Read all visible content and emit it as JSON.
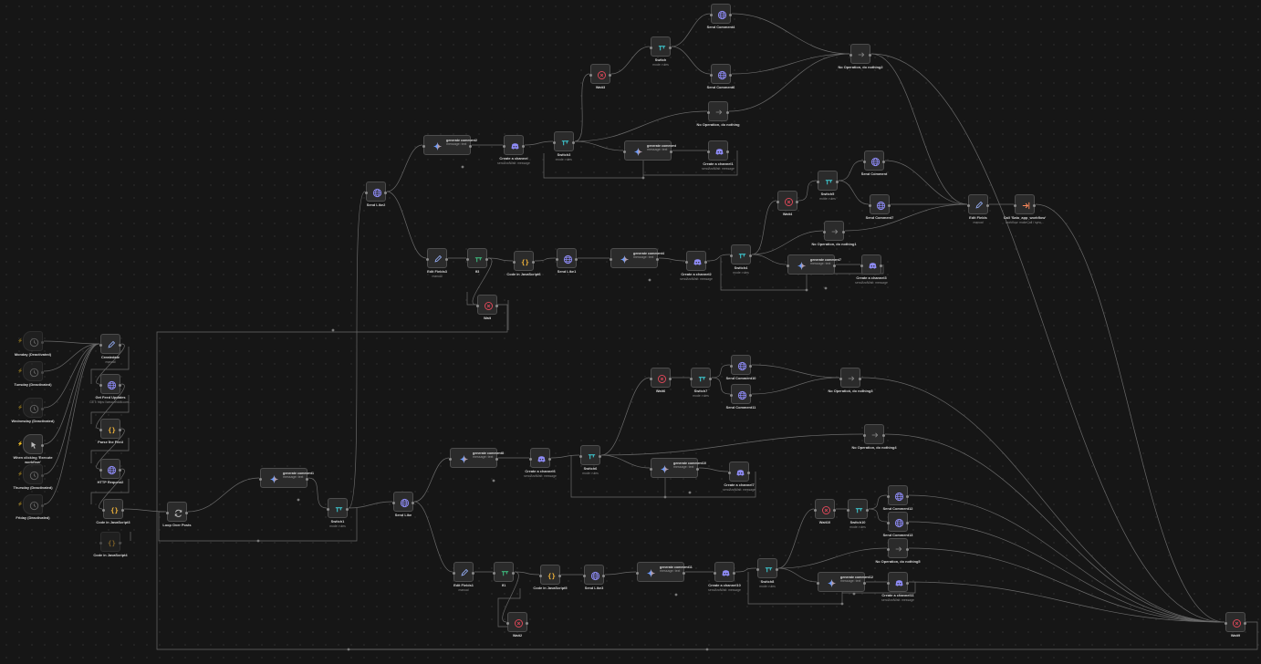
{
  "app": {
    "title": "n8n workflow editor"
  },
  "colors": {
    "background": "#161616",
    "node": "#2b2b2b",
    "border": "#4d4d4d",
    "wire": "#6a6a6a",
    "globe": "#8f8cf7",
    "discord": "#8f8cf7",
    "wait": "#e5485a",
    "code": "#f2b43a",
    "switch": "#3dc0c8",
    "if": "#3db57b"
  },
  "nodes": {
    "monday": {
      "name": "Monday (Deactivated)",
      "sub": "",
      "icon": "clock-icon"
    },
    "tuesday": {
      "name": "Tuesday (Deactivated)",
      "sub": "",
      "icon": "clock-icon"
    },
    "wednesday": {
      "name": "Wednesday (Deactivated)",
      "sub": "",
      "icon": "clock-icon"
    },
    "manual": {
      "name": "When clicking 'Execute workflow'",
      "sub": "",
      "icon": "pointer-icon"
    },
    "thursday": {
      "name": "Thursday (Deactivated)",
      "sub": "",
      "icon": "clock-icon"
    },
    "friday": {
      "name": "Friday (Deactivated)",
      "sub": "",
      "icon": "clock-icon"
    },
    "createdate": {
      "name": "Createdate",
      "sub": "manual",
      "icon": "pencil-icon"
    },
    "getfeed": {
      "name": "Get Feed Updates",
      "sub": "GET: https://www.reddit.com...",
      "icon": "globe-icon"
    },
    "parsefeed": {
      "name": "Parse the Feed",
      "sub": "",
      "icon": "code-icon"
    },
    "http2": {
      "name": "HTTP Request2",
      "sub": "",
      "icon": "globe-icon"
    },
    "codejs3": {
      "name": "Code in JavaScript3",
      "sub": "",
      "icon": "code-icon"
    },
    "codejs4": {
      "name": "Code in JavaScript4",
      "sub": "",
      "icon": "code-icon"
    },
    "loop": {
      "name": "Loop Over Posts",
      "sub": "",
      "icon": "loop-icon"
    },
    "gen1": {
      "name": "generate comment1",
      "sub": "message: text",
      "icon": "gemini-icon"
    },
    "switch1": {
      "name": "Switch1",
      "sub": "mode: rules",
      "icon": "switch-icon"
    },
    "sendlike": {
      "name": "Send Like",
      "sub": "",
      "icon": "globe-icon"
    },
    "sendlike2": {
      "name": "Send Like2",
      "sub": "",
      "icon": "globe-icon"
    },
    "gen2": {
      "name": "generate comment2",
      "sub": "message: text",
      "icon": "gemini-icon"
    },
    "createchannel": {
      "name": "Create a channel",
      "sub": "sendAndWait: message",
      "icon": "discord-icon"
    },
    "switch3": {
      "name": "Switch3",
      "sub": "mode: rules",
      "icon": "switch-icon"
    },
    "gencomment": {
      "name": "generate comment",
      "sub": "message: text",
      "icon": "gemini-icon"
    },
    "createchannel1": {
      "name": "Create a channel1",
      "sub": "sendAndWait: message",
      "icon": "discord-icon"
    },
    "wait3": {
      "name": "Wait3",
      "sub": "",
      "icon": "wait-icon"
    },
    "switch": {
      "name": "Switch",
      "sub": "mode: rules",
      "icon": "switch-icon"
    },
    "sendcomment4": {
      "name": "Send Comment4",
      "sub": "",
      "icon": "globe-icon"
    },
    "sendcomment6": {
      "name": "Send Comment6",
      "sub": "",
      "icon": "globe-icon"
    },
    "noop1": {
      "name": "No Operation, do nothing",
      "sub": "",
      "icon": "arrow-icon"
    },
    "noop2": {
      "name": "No Operation, do nothing2",
      "sub": "",
      "icon": "arrow-icon"
    },
    "editfields3": {
      "name": "Edit Fields3",
      "sub": "manual",
      "icon": "pencil-icon"
    },
    "if": {
      "name": "If3",
      "sub": "",
      "icon": "if-icon"
    },
    "codejs6": {
      "name": "Code in JavaScript6",
      "sub": "",
      "icon": "code-icon"
    },
    "sendlike1": {
      "name": "Send Like1",
      "sub": "",
      "icon": "globe-icon"
    },
    "gen4": {
      "name": "generate comment4",
      "sub": "message: text",
      "icon": "gemini-icon"
    },
    "createchannel2": {
      "name": "Create a channel2",
      "sub": "sendAndWait: message",
      "icon": "discord-icon"
    },
    "switch4": {
      "name": "Switch4",
      "sub": "mode: rules",
      "icon": "switch-icon"
    },
    "gen7": {
      "name": "generate comment7",
      "sub": "message: text",
      "icon": "gemini-icon"
    },
    "createchannel3": {
      "name": "Create a channel3",
      "sub": "sendAndWait: message",
      "icon": "discord-icon"
    },
    "wait": {
      "name": "Wait",
      "sub": "",
      "icon": "wait-icon"
    },
    "wait4": {
      "name": "Wait4",
      "sub": "",
      "icon": "wait-icon"
    },
    "switch5": {
      "name": "Switch5",
      "sub": "mode: rules",
      "icon": "switch-icon"
    },
    "sendcomment": {
      "name": "Send Comment",
      "sub": "",
      "icon": "globe-icon"
    },
    "sendcomment7": {
      "name": "Send Comment7",
      "sub": "",
      "icon": "globe-icon"
    },
    "noop3": {
      "name": "No Operation, do nothing1",
      "sub": "",
      "icon": "arrow-icon"
    },
    "editfields": {
      "name": "Edit Fields",
      "sub": "manual",
      "icon": "pencil-icon"
    },
    "callworkflow": {
      "name": "Call 'Sato_app_workflow'",
      "sub": "workflow: makeCall / sync...",
      "icon": "subworkflow-icon"
    },
    "wait6": {
      "name": "Wait6",
      "sub": "",
      "icon": "wait-icon"
    },
    "switch7": {
      "name": "Switch7",
      "sub": "mode: rules",
      "icon": "switch-icon"
    },
    "sendcomment10": {
      "name": "Send Comment10",
      "sub": "",
      "icon": "globe-icon"
    },
    "sendcomment11": {
      "name": "Send Comment11",
      "sub": "",
      "icon": "globe-icon"
    },
    "noop4": {
      "name": "No Operation, do nothing3",
      "sub": "",
      "icon": "arrow-icon"
    },
    "noop5": {
      "name": "No Operation, do nothing4",
      "sub": "",
      "icon": "arrow-icon"
    },
    "gen8": {
      "name": "generate comment8",
      "sub": "message: text",
      "icon": "gemini-icon"
    },
    "createchannel6": {
      "name": "Create a channel6",
      "sub": "sendAndWait: message",
      "icon": "discord-icon"
    },
    "switch6": {
      "name": "Switch6",
      "sub": "mode: rules",
      "icon": "switch-icon"
    },
    "gen10": {
      "name": "generate comment10",
      "sub": "message: text",
      "icon": "gemini-icon"
    },
    "createchannel7": {
      "name": "Create a channel7",
      "sub": "sendAndWait: message",
      "icon": "discord-icon"
    },
    "editfields1": {
      "name": "Edit Fields1",
      "sub": "manual",
      "icon": "pencil-icon"
    },
    "if1": {
      "name": "If1",
      "sub": "",
      "icon": "if-icon"
    },
    "codejs5": {
      "name": "Code in JavaScript5",
      "sub": "",
      "icon": "code-icon"
    },
    "sendlike3": {
      "name": "Send Like3",
      "sub": "",
      "icon": "globe-icon"
    },
    "gen11": {
      "name": "generate comment11",
      "sub": "message: text",
      "icon": "gemini-icon"
    },
    "createchannel10": {
      "name": "Create a channel10",
      "sub": "sendAndWait: message",
      "icon": "discord-icon"
    },
    "switch8": {
      "name": "Switch8",
      "sub": "mode: rules",
      "icon": "switch-icon"
    },
    "gen12": {
      "name": "generate comment12",
      "sub": "message: text",
      "icon": "gemini-icon"
    },
    "createchannel11": {
      "name": "Create a channel11",
      "sub": "sendAndWait: message",
      "icon": "discord-icon"
    },
    "wait2": {
      "name": "Wait2",
      "sub": "",
      "icon": "wait-icon"
    },
    "wait10": {
      "name": "Wait10",
      "sub": "",
      "icon": "wait-icon"
    },
    "switch10": {
      "name": "Switch10",
      "sub": "mode: rules",
      "icon": "switch-icon"
    },
    "sendcomment12": {
      "name": "Send Comment12",
      "sub": "",
      "icon": "globe-icon"
    },
    "sendcomment13": {
      "name": "Send Comment13",
      "sub": "",
      "icon": "globe-icon"
    },
    "noop6": {
      "name": "No Operation, do nothing5",
      "sub": "",
      "icon": "arrow-icon"
    },
    "wait9": {
      "name": "Wait9",
      "sub": "",
      "icon": "wait-icon"
    }
  }
}
